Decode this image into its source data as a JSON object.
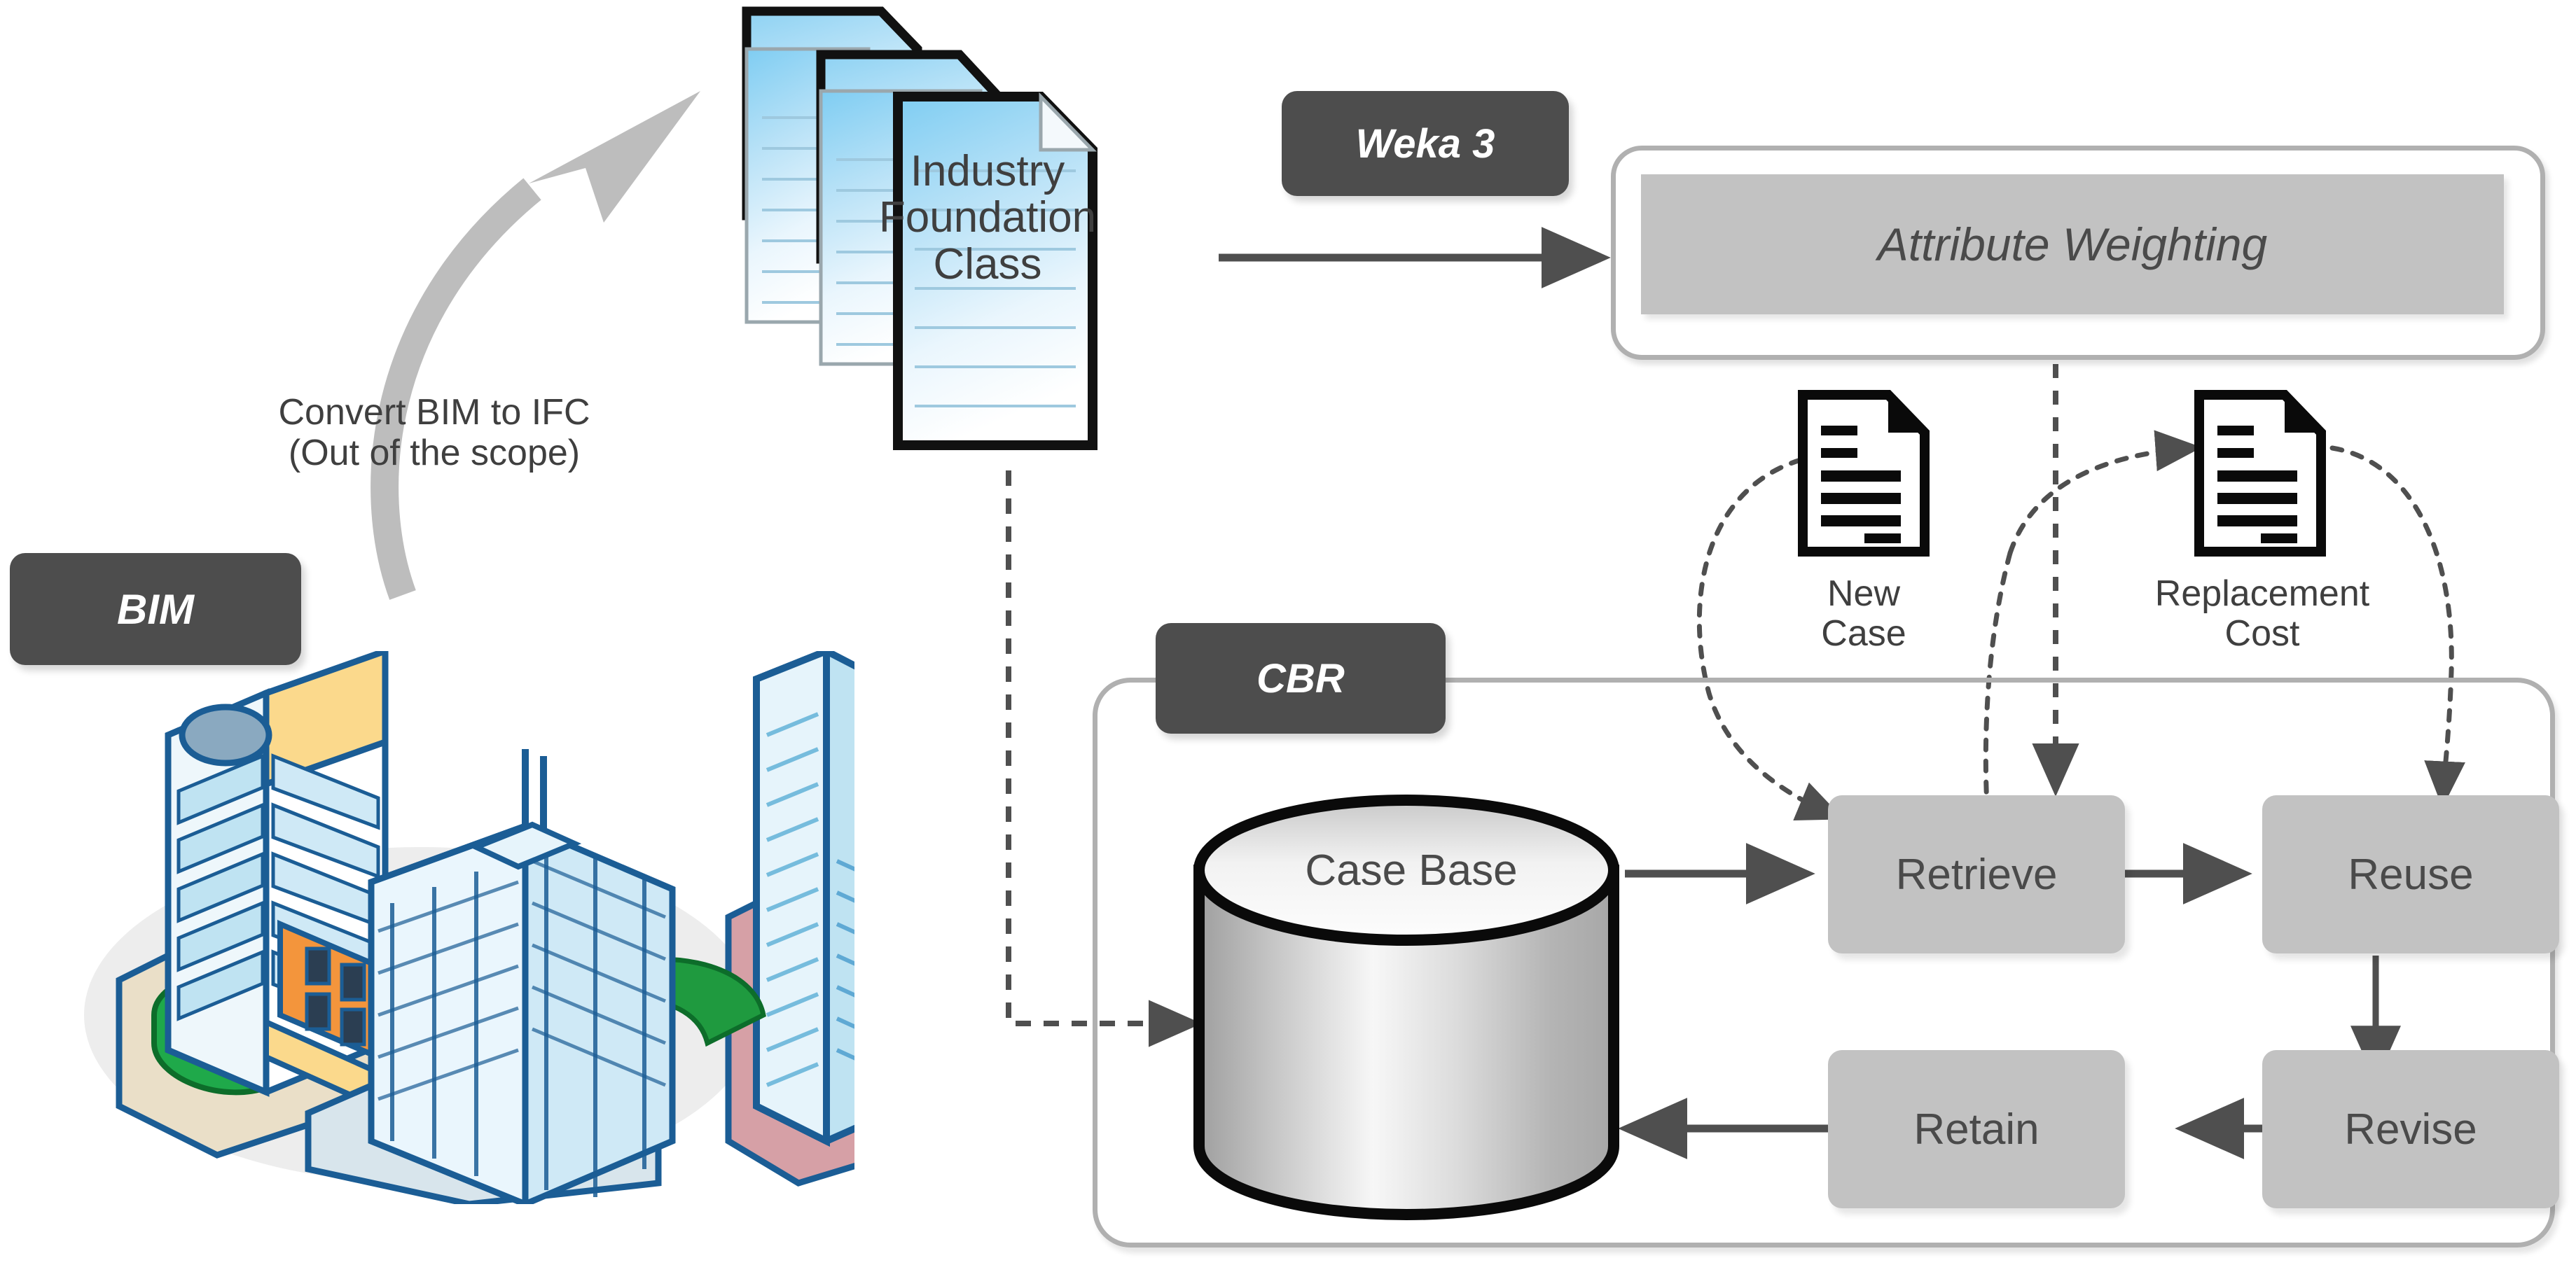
{
  "diagram": {
    "title": "BIM to IFC to CBR attribute weighting workflow",
    "colors": {
      "dark_tag": "#4d4d4d",
      "process_box": "#c2c2c2",
      "outline_grey": "#b0b0b0",
      "arrow_dark": "#4f4f4f",
      "arrow_light_grey": "#bdbdbd",
      "doc_blue_top": "#7fcdf2",
      "doc_blue_bottom": "#eaf6fd",
      "text_dark": "#3f3f3f"
    }
  },
  "tags": {
    "bim": "BIM",
    "weka": "Weka 3",
    "cbr": "CBR"
  },
  "labels": {
    "convert_line1": "Convert BIM to IFC",
    "convert_line2": "(Out of the scope)",
    "ifc_line1": "Industry",
    "ifc_line2": "Foundation",
    "ifc_line3": "Class",
    "attribute_weighting": "Attribute Weighting",
    "new_case_line1": "New",
    "new_case_line2": "Case",
    "replacement_cost_line1": "Replacement",
    "replacement_cost_line2": "Cost",
    "case_base": "Case Base"
  },
  "cbr_cycle": {
    "steps": [
      {
        "id": "retrieve",
        "label": "Retrieve"
      },
      {
        "id": "reuse",
        "label": "Reuse"
      },
      {
        "id": "revise",
        "label": "Revise"
      },
      {
        "id": "retain",
        "label": "Retain"
      }
    ]
  },
  "icons": {
    "building_illustration": "building-illustration-icon",
    "document_stack": "document-stack-icon",
    "new_case_doc": "document-icon",
    "replacement_cost_doc": "document-icon",
    "case_base_cylinder": "database-cylinder-icon",
    "convert_arrow": "curved-arrow-icon"
  }
}
